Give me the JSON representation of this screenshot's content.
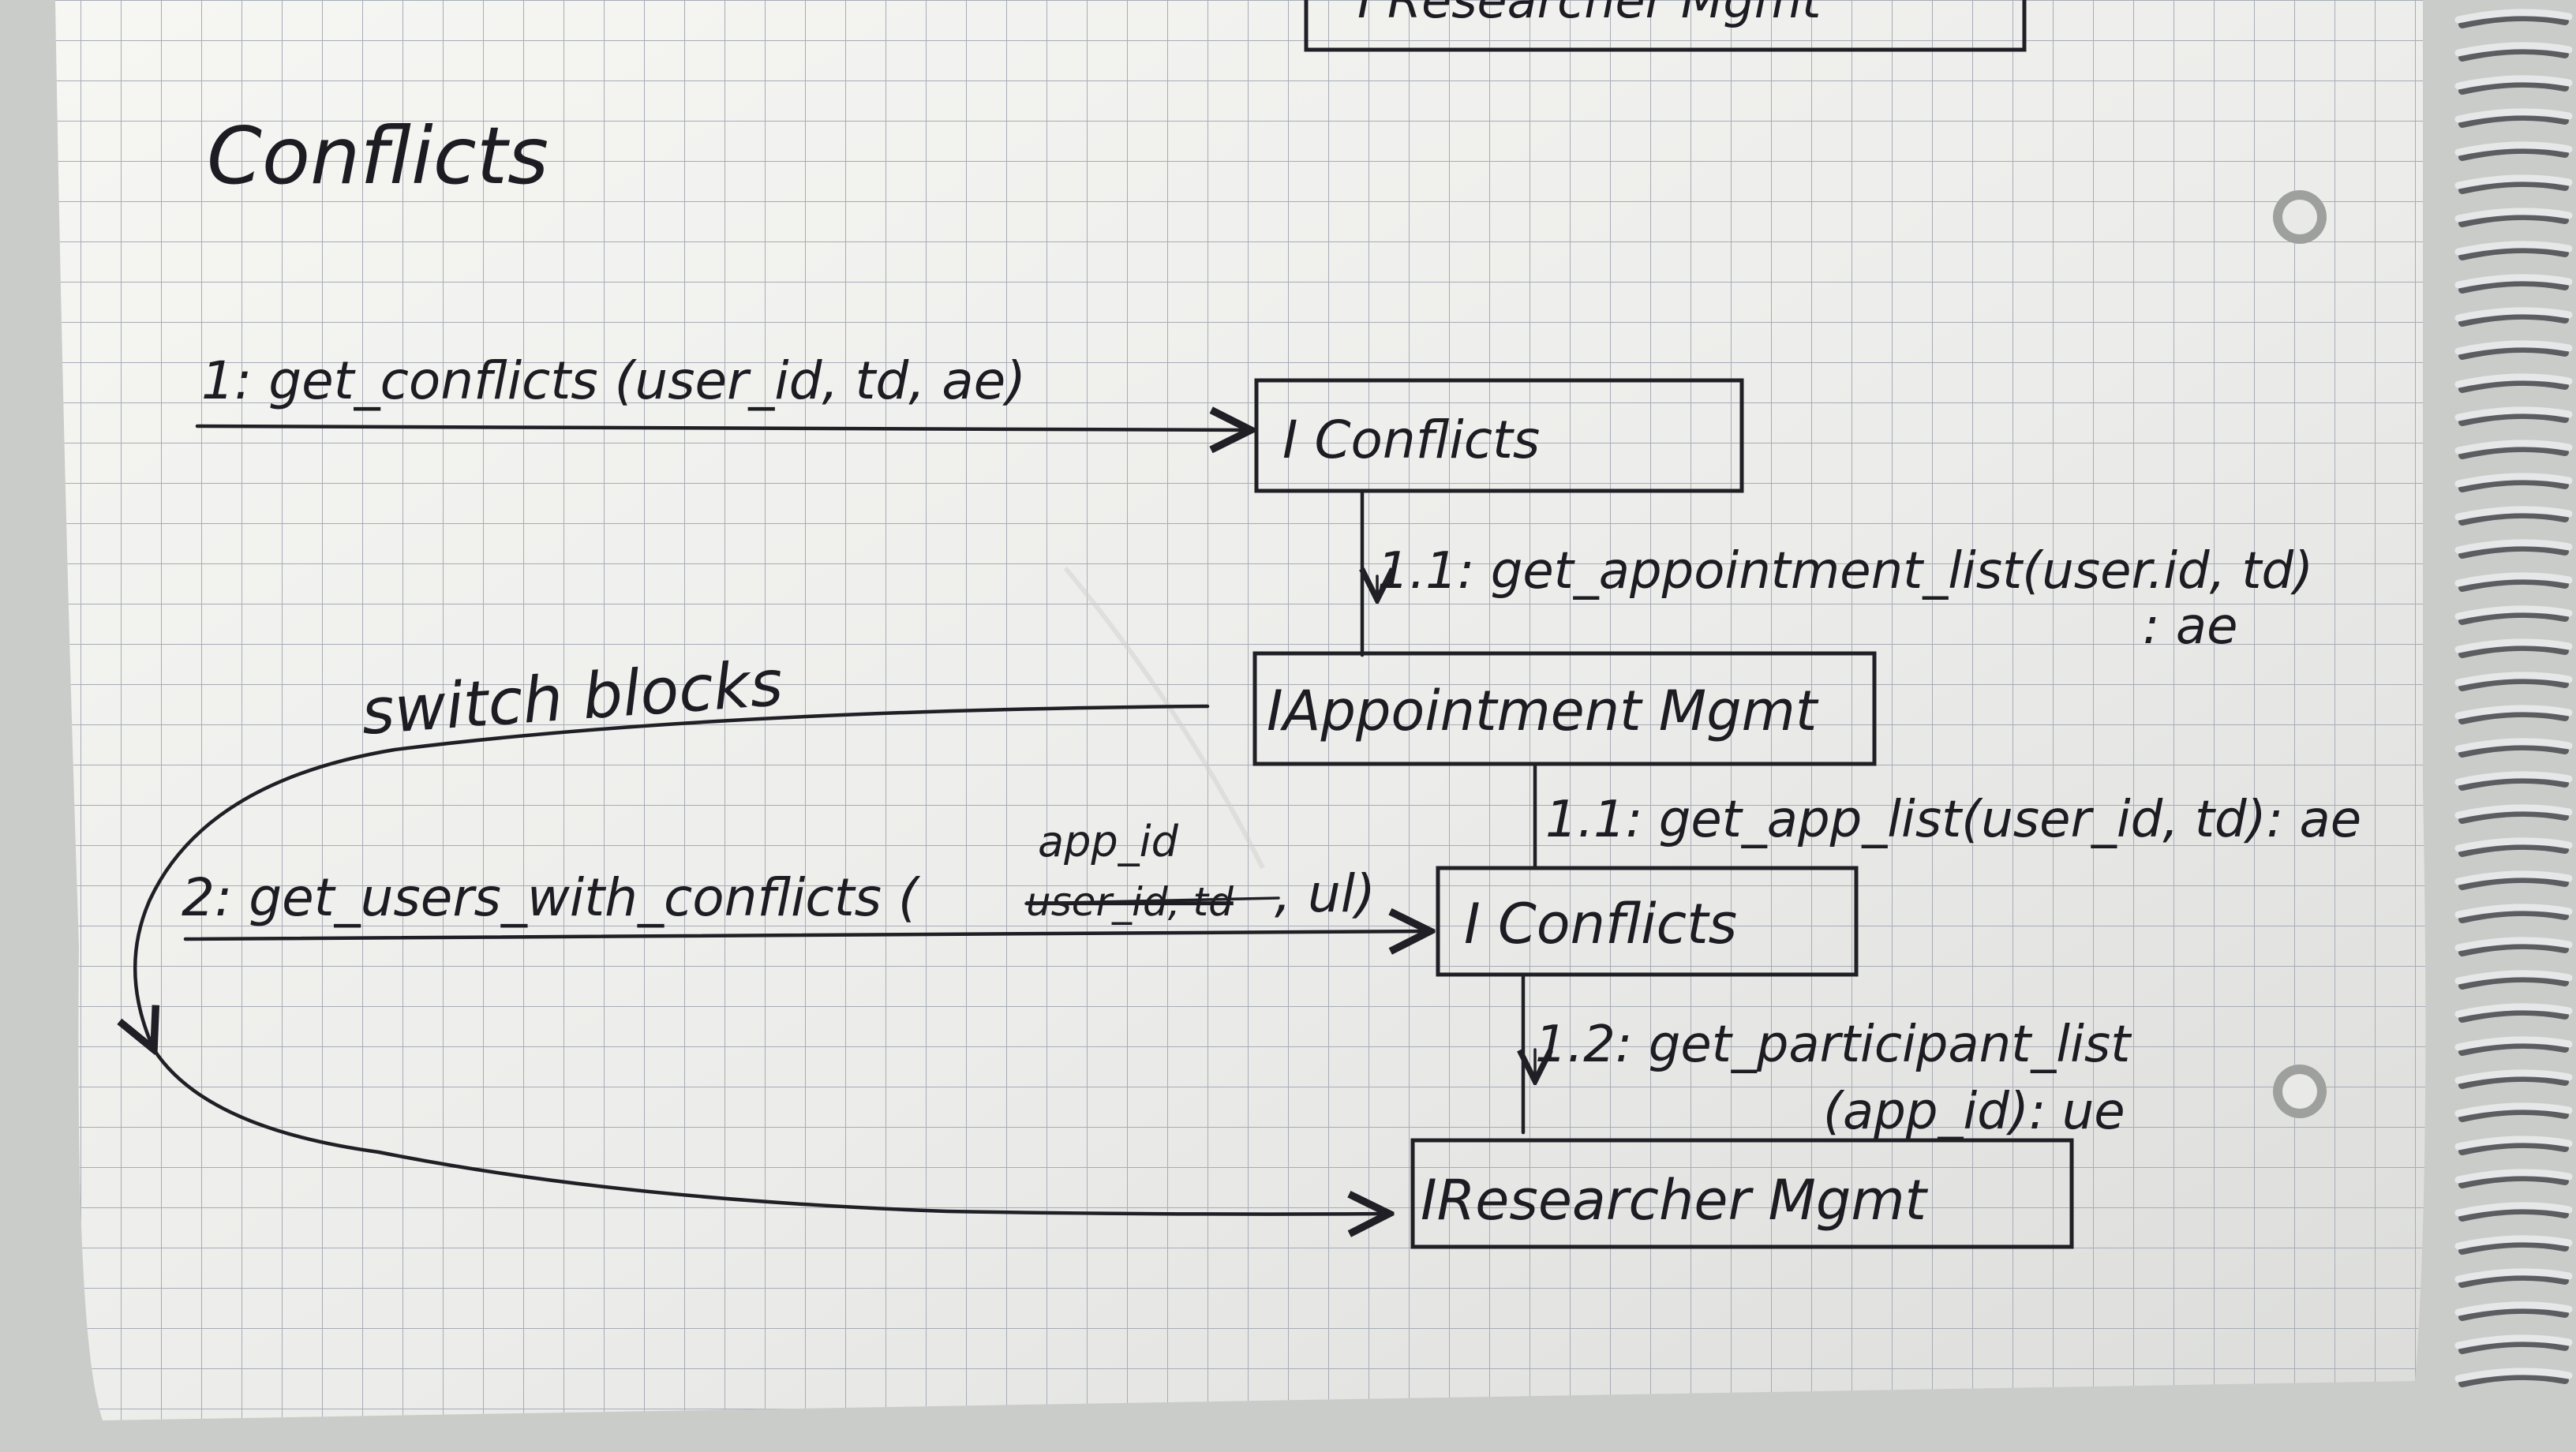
{
  "page": {
    "title": "Conflicts",
    "top_box_partial": "I Researcher Mgmt",
    "boxes": {
      "iconflicts_top": "I Conflicts",
      "iappointment": "IAppointment Mgmt",
      "iconflicts_mid": "I Conflicts",
      "iresearcher": "IResearcher Mgmt"
    },
    "messages": {
      "m1": "1: get_conflicts (user_id, td, ae)",
      "m1_1_line1": "1.1: get_appointment_list(user.id, td)",
      "m1_1_line2": ": ae",
      "m2": "2: get_users_with_conflicts (",
      "m2_strike": "user_id, td",
      "m2_insert": "app_id",
      "m2_tail": ", ul)",
      "m1_1_mid": "1.1: get_app_list(user_id, td): ae",
      "m1_2_line1": "1.2: get_participant_list",
      "m1_2_line2": "(app_id): ue",
      "switch_label": "switch blocks"
    }
  }
}
